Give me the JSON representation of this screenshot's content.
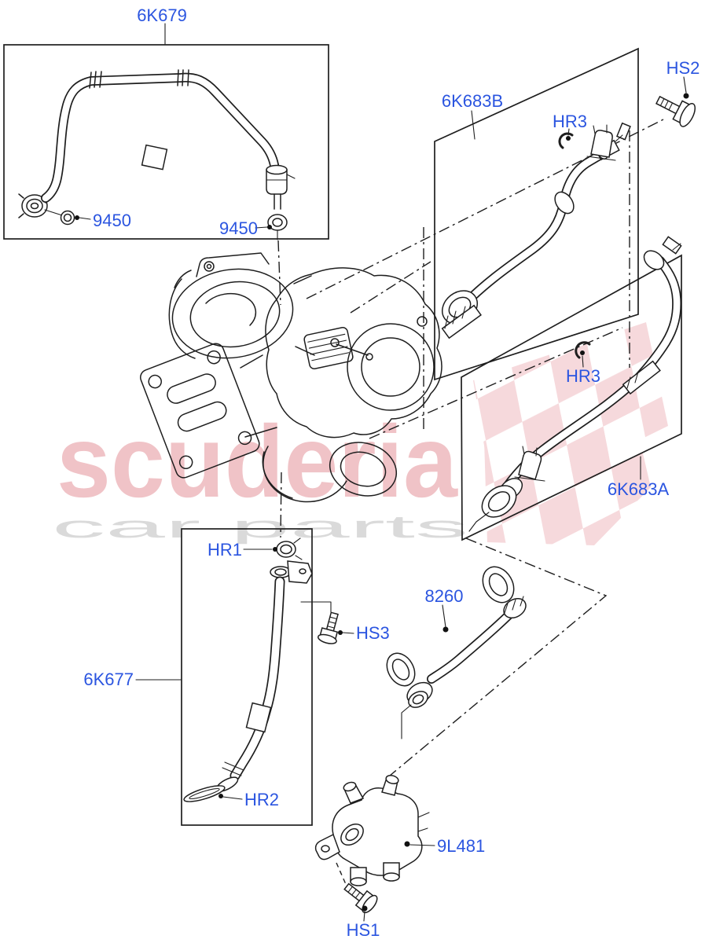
{
  "diagram": {
    "type": "parts-catalog-illustration",
    "subject": "turbocharger-oil-and-coolant-lines",
    "watermark": {
      "brand": "scuderia",
      "tagline": "car parts"
    },
    "colors": {
      "label_blue": "#2b55e0",
      "line": "#1e1e1e",
      "watermark_pink": "#f0c3c7",
      "watermark_gray": "#dadada",
      "flag_pink": "#f6d9dc"
    },
    "labels": {
      "hose_6k679": "6K679",
      "washer_9450_left": "9450",
      "washer_9450_right": "9450",
      "hose_6k683b": "6K683B",
      "screw_hs2": "HS2",
      "clip_hr3_upper": "HR3",
      "clip_hr3_lower": "HR3",
      "hose_6k683a": "6K683A",
      "clamp_hr1": "HR1",
      "screw_hs3": "HS3",
      "tube_6k677": "6K677",
      "gasket_hr2": "HR2",
      "hose_8260": "8260",
      "connector_9l481": "9L481",
      "screw_hs1": "HS1"
    }
  }
}
